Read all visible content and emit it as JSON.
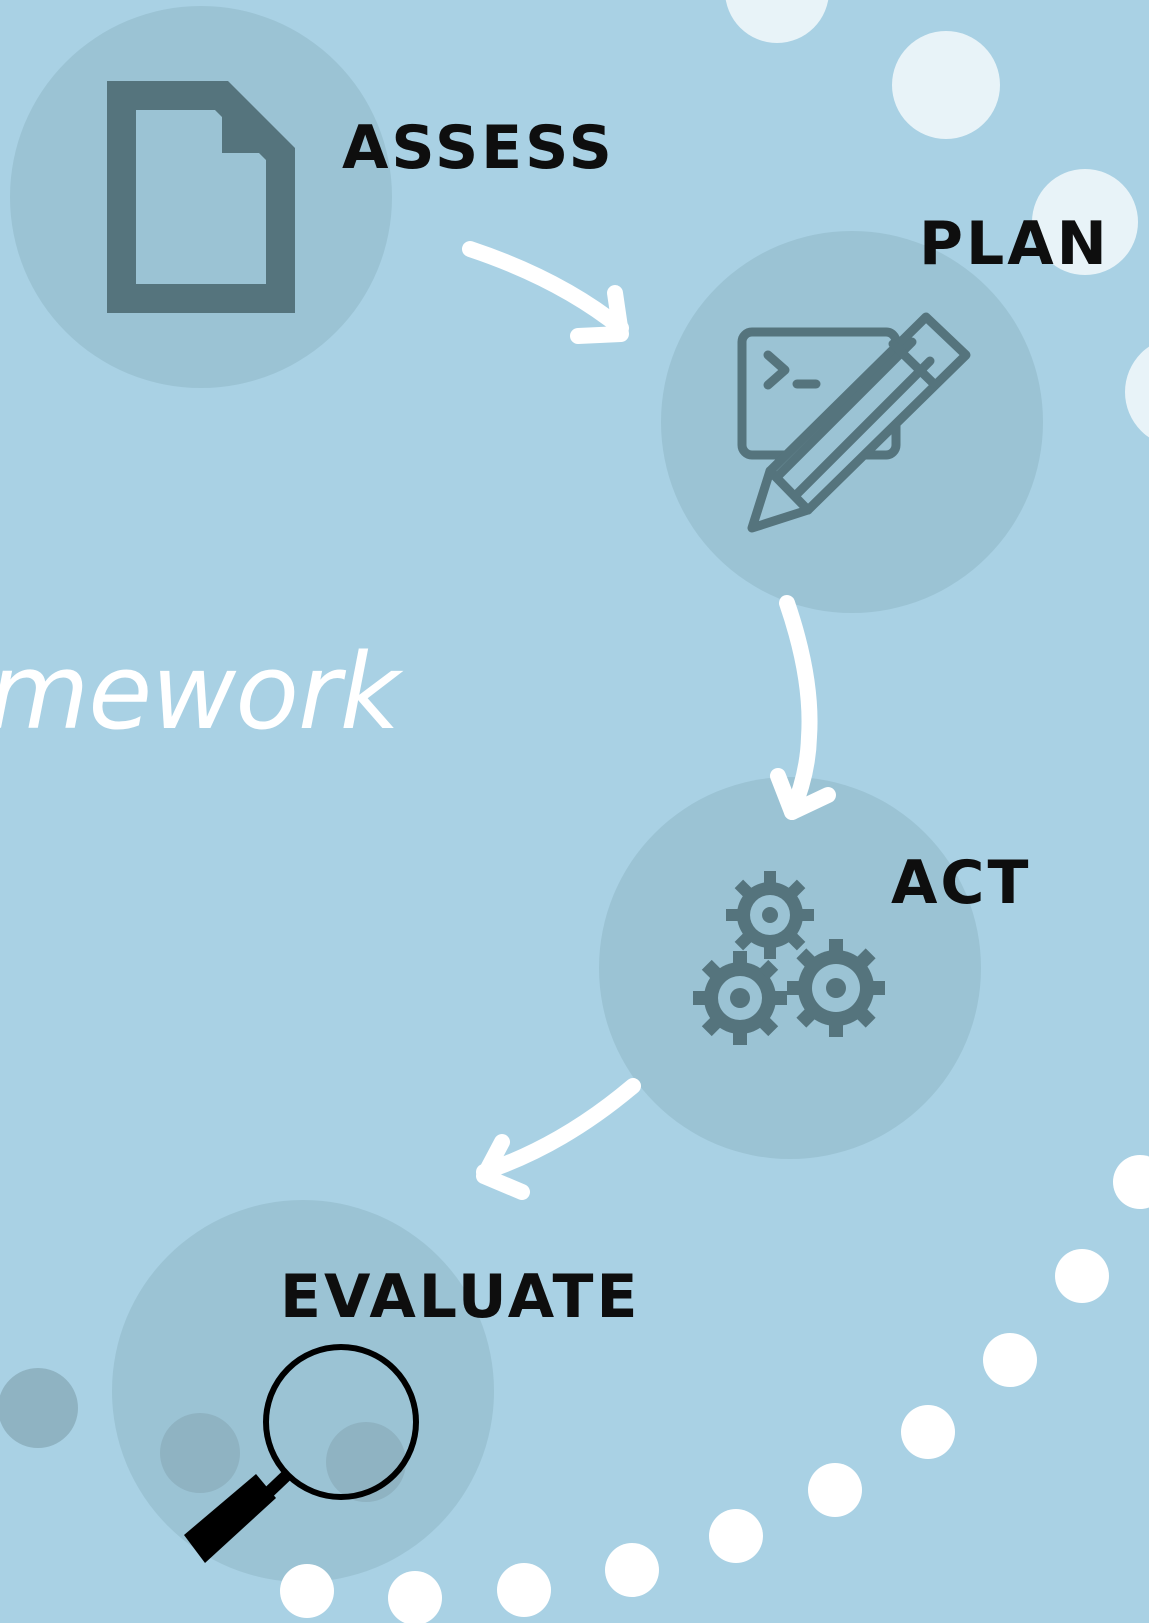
{
  "title_fragment": "mework",
  "steps": [
    {
      "id": "assess",
      "label": "ASSESS",
      "icon": "document-icon"
    },
    {
      "id": "plan",
      "label": "PLAN",
      "icon": "terminal-pencil-icon"
    },
    {
      "id": "act",
      "label": "ACT",
      "icon": "gears-icon"
    },
    {
      "id": "evaluate",
      "label": "EVALUATE",
      "icon": "magnifier-icon"
    }
  ],
  "colors": {
    "background": "#a9d1e4",
    "step_circle": "#9bc3d4",
    "icon": "#55747d",
    "arrow": "#ffffff",
    "label": "#0e0e0e"
  }
}
